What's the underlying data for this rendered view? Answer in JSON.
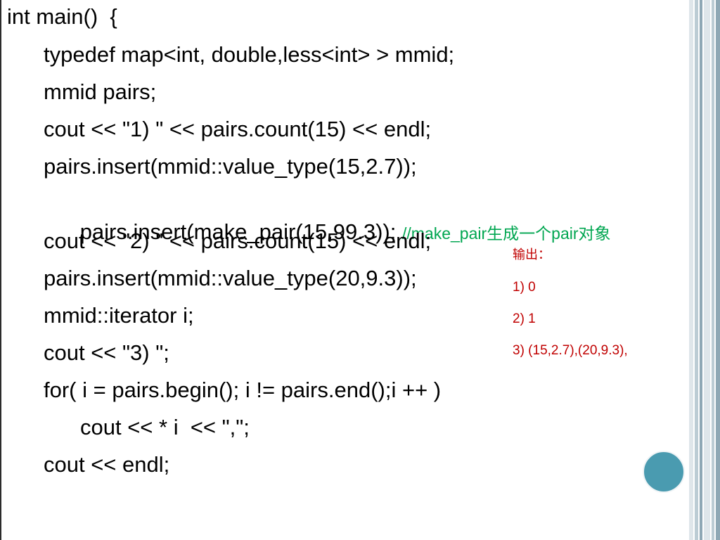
{
  "theme": {
    "text_color": "#000000",
    "comment_color": "#00a650",
    "output_color": "#c00000",
    "border_light": "#dfe6ea",
    "border_mid": "#bcccd4",
    "border_dark": "#8fa8b5",
    "circle_color": "#4a9bb0"
  },
  "code": {
    "line1": "int main()  {",
    "line2": "typedef map<int, double,less<int> > mmid;",
    "line3": "mmid pairs;",
    "line4": "cout << \"1) \" << pairs.count(15) << endl;",
    "line5": "pairs.insert(mmid::value_type(15,2.7));",
    "line6_code": "pairs.insert(make_pair(15,99.3)); ",
    "line6_comment": "//make_pair生成一个pair对象",
    "line7": "cout << \"2) \" << pairs.count(15) << endl;",
    "line8": "pairs.insert(mmid::value_type(20,9.3));",
    "line9": "mmid::iterator i;",
    "line10": "cout << \"3) \";",
    "line11": "for( i = pairs.begin(); i != pairs.end();i ++ )",
    "line12": "cout << * i  << \",\";",
    "line13": "cout << endl;"
  },
  "output": {
    "heading": "输出：",
    "line1": "1) 0",
    "line2": "2) 1",
    "line3": "3) (15,2.7),(20,9.3),"
  }
}
